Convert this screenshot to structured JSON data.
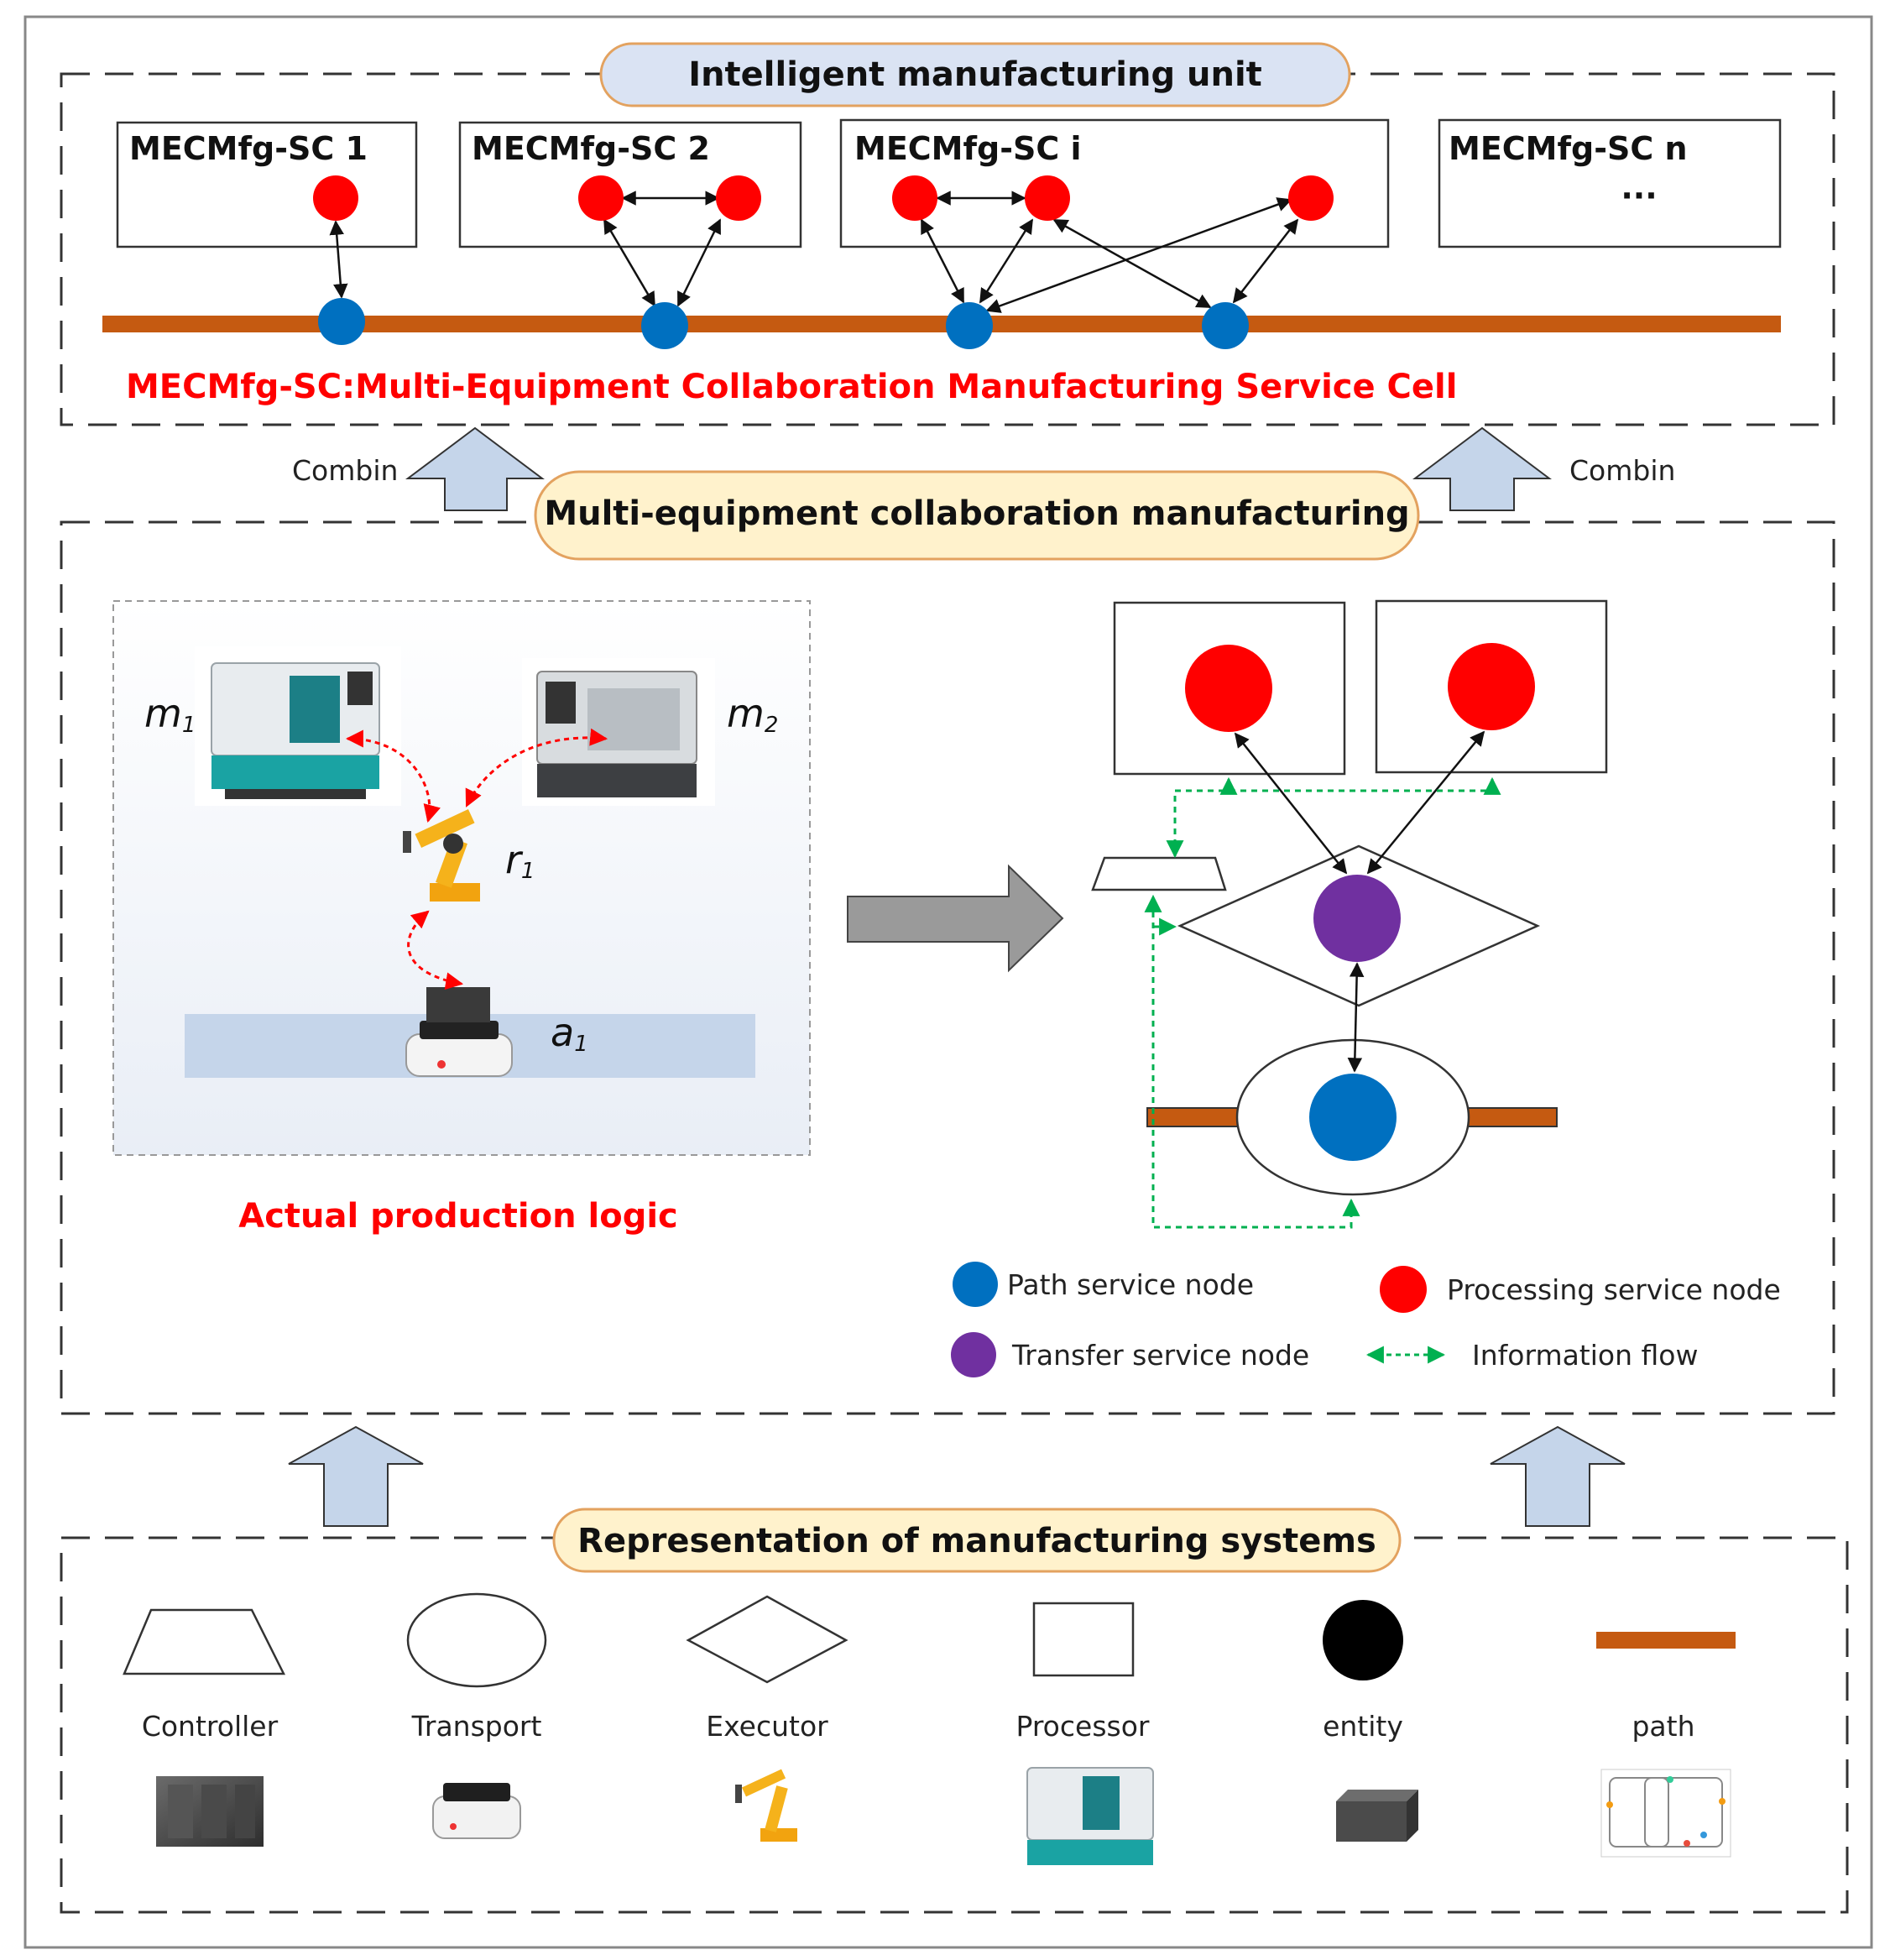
{
  "top": {
    "title": "Intelligent manufacturing unit",
    "cells": [
      {
        "label": "MECMfg-SC 1"
      },
      {
        "label": "MECMfg-SC 2"
      },
      {
        "label": "MECMfg-SC i"
      },
      {
        "label": "MECMfg-SC n",
        "ellipsis": "···"
      }
    ],
    "definition": "MECMfg-SC:Multi-Equipment Collaboration Manufacturing Service Cell"
  },
  "arrows": {
    "combine_left": "Combin",
    "combine_right": "Combin"
  },
  "middle": {
    "title": "Multi-equipment collaboration manufacturing",
    "production_logic": {
      "caption": "Actual production logic",
      "labels": {
        "m1": {
          "main": "m",
          "sub": "1"
        },
        "m2": {
          "main": "m",
          "sub": "2"
        },
        "r1": {
          "main": "r",
          "sub": "1"
        },
        "a1": {
          "main": "a",
          "sub": "1"
        }
      }
    },
    "legend": [
      {
        "label": "Path service node",
        "color": "#0070c0"
      },
      {
        "label": "Processing service node",
        "color": "#ff0000"
      },
      {
        "label": "Transfer service node",
        "color": "#7030a0"
      },
      {
        "label": "Information flow",
        "color": "#00b050"
      }
    ]
  },
  "bottom": {
    "title": "Representation of manufacturing systems",
    "items": [
      {
        "label": "Controller",
        "icon": "trapezoid-icon"
      },
      {
        "label": "Transport",
        "icon": "ellipse-icon"
      },
      {
        "label": "Executor",
        "icon": "diamond-icon"
      },
      {
        "label": "Processor",
        "icon": "rectangle-icon"
      },
      {
        "label": "entity",
        "icon": "black-circle-icon"
      },
      {
        "label": "path",
        "icon": "path-bar-icon"
      }
    ]
  },
  "colors": {
    "processing_node": "#ff0000",
    "path_node": "#0070c0",
    "transfer_node": "#7030a0",
    "path_bar": "#c55a11",
    "info_flow": "#00b050",
    "pill_blue": "#dae3f3",
    "pill_yellow": "#fff2cc",
    "arrow_fill": "#c5d5ea",
    "belt": "#c5d5ea"
  }
}
